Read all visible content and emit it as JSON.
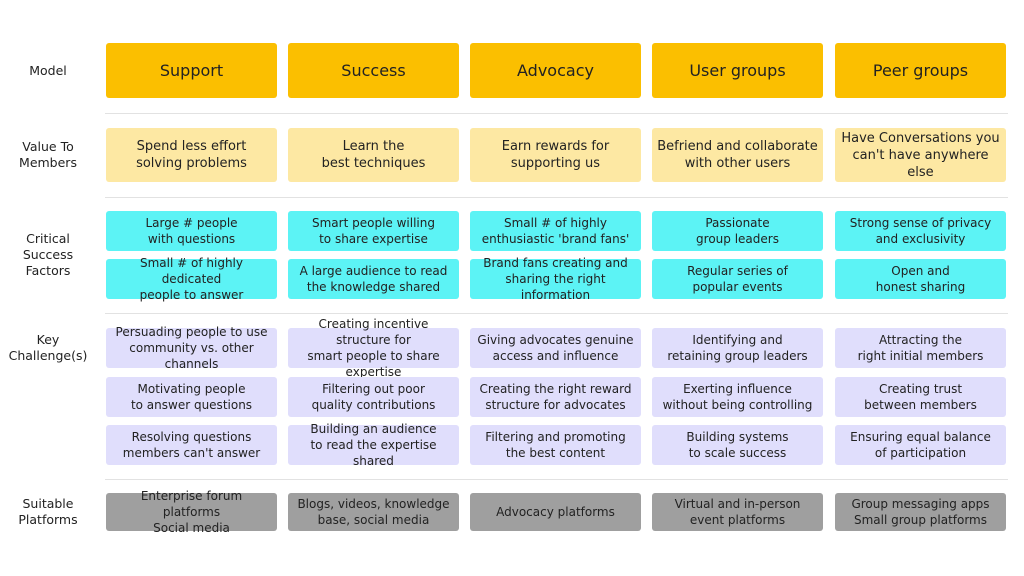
{
  "row_labels": {
    "model": "Model",
    "value": "Value To\nMembers",
    "csf": "Critical\nSuccess\nFactors",
    "challenges": "Key\nChallenge(s)",
    "platforms": "Suitable\nPlatforms"
  },
  "models": [
    "Support",
    "Success",
    "Advocacy",
    "User groups",
    "Peer groups"
  ],
  "value_to_members": [
    "Spend less effort\nsolving problems",
    "Learn the\nbest techniques",
    "Earn rewards for\nsupporting us",
    "Befriend and collaborate\nwith other users",
    "Have Conversations you\ncan't have anywhere else"
  ],
  "critical_success_factors": [
    [
      "Large # people\nwith questions",
      "Smart people willing\nto share expertise",
      "Small # of highly\nenthusiastic 'brand fans'",
      "Passionate\ngroup leaders",
      "Strong sense of privacy\nand exclusivity"
    ],
    [
      "Small # of highly dedicated\npeople to answer",
      "A large audience to read\nthe knowledge shared",
      "Brand fans creating and\nsharing the right information",
      "Regular series of\npopular events",
      "Open and\nhonest sharing"
    ]
  ],
  "key_challenges": [
    [
      "Persuading people to use\ncommunity vs. other channels",
      "Creating incentive structure for\nsmart people to share expertise",
      "Giving advocates genuine\naccess and influence",
      "Identifying and\nretaining group leaders",
      "Attracting the\nright initial members"
    ],
    [
      "Motivating people\nto answer questions",
      "Filtering out poor\nquality contributions",
      "Creating the right reward\nstructure for advocates",
      "Exerting influence\nwithout being controlling",
      "Creating trust\nbetween members"
    ],
    [
      "Resolving questions\nmembers can't answer",
      "Building an audience\nto read the expertise shared",
      "Filtering and promoting\nthe best content",
      "Building systems\nto scale success",
      "Ensuring equal balance\nof participation"
    ]
  ],
  "suitable_platforms": [
    "Enterprise forum platforms\nSocial media",
    "Blogs, videos, knowledge\nbase, social media",
    "Advocacy platforms",
    "Virtual and in-person\nevent platforms",
    "Group messaging apps\nSmall group platforms"
  ],
  "colors": {
    "model": "#fbbf00",
    "value": "#fde8a3",
    "csf": "#5cf3f5",
    "challenge": "#e0defc",
    "platform": "#9f9f9f"
  }
}
